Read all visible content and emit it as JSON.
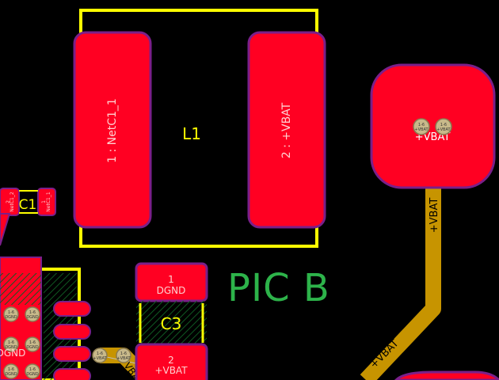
{
  "colors": {
    "background": "#000000",
    "pad": "#ff0022",
    "pad_outline": "#7a1f8a",
    "silkscreen": "#ffff00",
    "trace": "#c79400",
    "via": "#c8b98a",
    "hatch": "#0f3a18",
    "overlay_label": "#2db34a"
  },
  "components": {
    "l1": {
      "designator": "L1",
      "pad1_net": "1 : NetC1_1",
      "pad2_net": "2 : +VBAT"
    },
    "c1": {
      "designator": "C1",
      "pad1_net": "2",
      "pad1_sub": "NetC1_2",
      "pad2_net": "1",
      "pad2_sub": "NetC1_1"
    },
    "c3": {
      "designator": "C3",
      "pad1_num": "1",
      "pad1_net": "DGND",
      "pad2_num": "2",
      "pad2_net": "+VBAT"
    },
    "vbat_pad": {
      "net": "+VBAT",
      "via_label": "1-6",
      "via_net": "+VBAT"
    }
  },
  "traces": {
    "vertical_label": "+VBAT",
    "diagonal_label": "+VBAT",
    "lower_label": "+VBAT"
  },
  "left_cluster": {
    "via_label": "1-6",
    "via_net": "DGND",
    "net_label": "DGND"
  },
  "overlay": {
    "label": "PIC B"
  }
}
